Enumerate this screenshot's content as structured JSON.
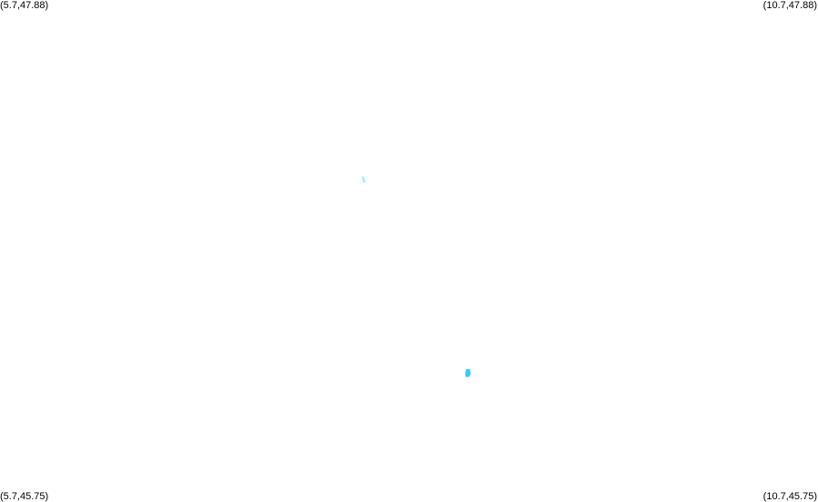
{
  "map": {
    "corner_labels": {
      "top_left": "(5.7,47.88)",
      "top_right": "(10.7,47.88)",
      "bottom_left": "(5.7,45.75)",
      "bottom_right": "(10.7,45.75)"
    },
    "features": [
      {
        "name": "small-feature-1",
        "color": "#a6ecff",
        "lon": 7.92,
        "lat": 47.12
      },
      {
        "name": "small-feature-2",
        "color": "#33ccff",
        "lon": 8.56,
        "lat": 46.3
      }
    ]
  }
}
